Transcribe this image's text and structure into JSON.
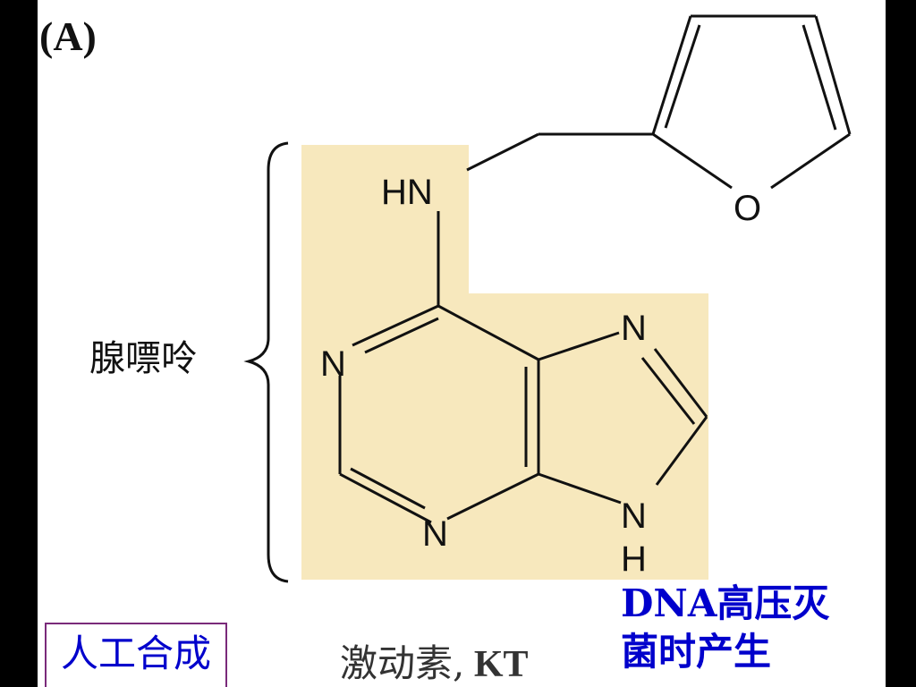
{
  "panel_label": "(A)",
  "group_label": "腺嘌呤",
  "atoms": {
    "hn": "HN",
    "n1": "N",
    "n3": "N",
    "n7": "N",
    "n9": "N",
    "h9": "H",
    "o": "O"
  },
  "bottom": {
    "synthetic_label": "人工合成",
    "compound_name": "激动素,",
    "compound_abbr": " KT",
    "origin_note": "DNA高压灭菌时产生"
  },
  "colors": {
    "highlight": "#f7e8bd",
    "blue_text": "#0000cc",
    "box_border": "#7a2a7a"
  }
}
